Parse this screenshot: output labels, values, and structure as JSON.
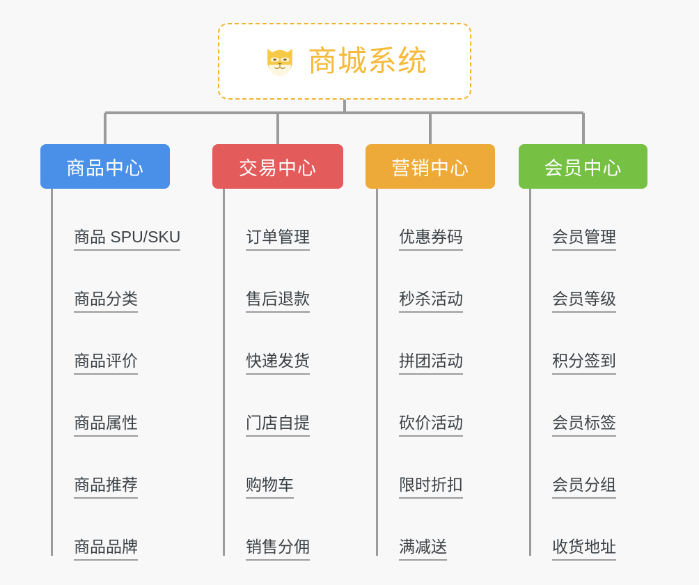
{
  "page": {
    "background": "#f8f8f8",
    "title": "商城系统"
  },
  "root": {
    "icon": "shiba-dog-icon",
    "label": "商城系统",
    "color": "#f5ba3a",
    "border_color": "#f0b429"
  },
  "branches": [
    {
      "id": "product-center",
      "label": "商品中心",
      "color": "#4a90e8",
      "items": [
        {
          "label": "商品 SPU/SKU"
        },
        {
          "label": "商品分类"
        },
        {
          "label": "商品评价"
        },
        {
          "label": "商品属性"
        },
        {
          "label": "商品推荐"
        },
        {
          "label": "商品品牌"
        }
      ]
    },
    {
      "id": "trade-center",
      "label": "交易中心",
      "color": "#e35b5b",
      "items": [
        {
          "label": "订单管理"
        },
        {
          "label": "售后退款"
        },
        {
          "label": "快递发货"
        },
        {
          "label": "门店自提"
        },
        {
          "label": "购物车"
        },
        {
          "label": "销售分佣"
        }
      ]
    },
    {
      "id": "marketing-center",
      "label": "营销中心",
      "color": "#eeaa38",
      "items": [
        {
          "label": "优惠券码"
        },
        {
          "label": "秒杀活动"
        },
        {
          "label": "拼团活动"
        },
        {
          "label": "砍价活动"
        },
        {
          "label": "限时折扣"
        },
        {
          "label": "满减送"
        }
      ]
    },
    {
      "id": "member-center",
      "label": "会员中心",
      "color": "#76c044",
      "items": [
        {
          "label": "会员管理"
        },
        {
          "label": "会员等级"
        },
        {
          "label": "积分签到"
        },
        {
          "label": "会员标签"
        },
        {
          "label": "会员分组"
        },
        {
          "label": "收货地址"
        }
      ]
    }
  ],
  "connectors": {
    "color": "#9b9b9b"
  }
}
